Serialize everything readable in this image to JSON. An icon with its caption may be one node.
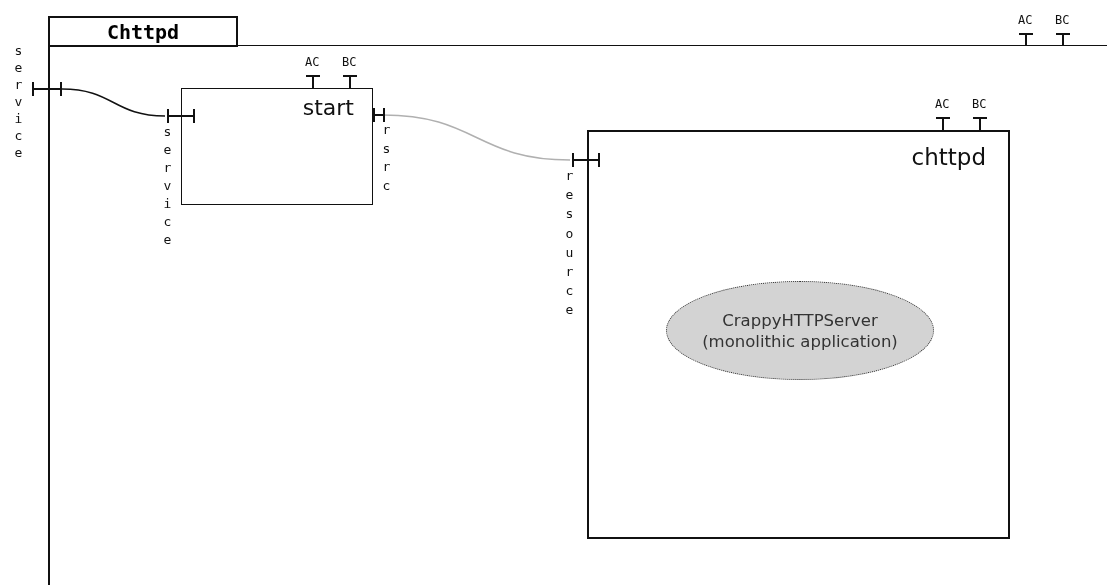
{
  "diagram": {
    "nodes": [
      {
        "text": [
          "Chttpd"
        ]
      },
      {
        "text": [],
        "shape": "bar",
        "beside": [
          "service"
        ]
      },
      {
        "text": [
          "start"
        ],
        "in": 0
      },
      {
        "text": [],
        "shape": "bar",
        "beside": [
          "service"
        ],
        "in": 0
      },
      {
        "text": [],
        "shape": "bar",
        "beside": [
          "rsrc"
        ],
        "in": 0
      },
      {
        "text": [
          "chttpd"
        ],
        "in": 0
      },
      {
        "text": [],
        "shape": "bar",
        "beside": [
          "resource"
        ],
        "in": 0
      },
      {
        "text": [
          "CrappyHTTPServer (monolithic application)"
        ],
        "in": 5
      }
    ],
    "edges": [
      {
        "from": 1,
        "to": 3,
        "arrow": "none"
      },
      {
        "from": 4,
        "to": 6,
        "arrow": "none",
        "color": "#b0b0b0"
      }
    ],
    "labels": [
      "AC",
      "BC",
      "AC",
      "BC",
      "AC",
      "BC"
    ]
  }
}
